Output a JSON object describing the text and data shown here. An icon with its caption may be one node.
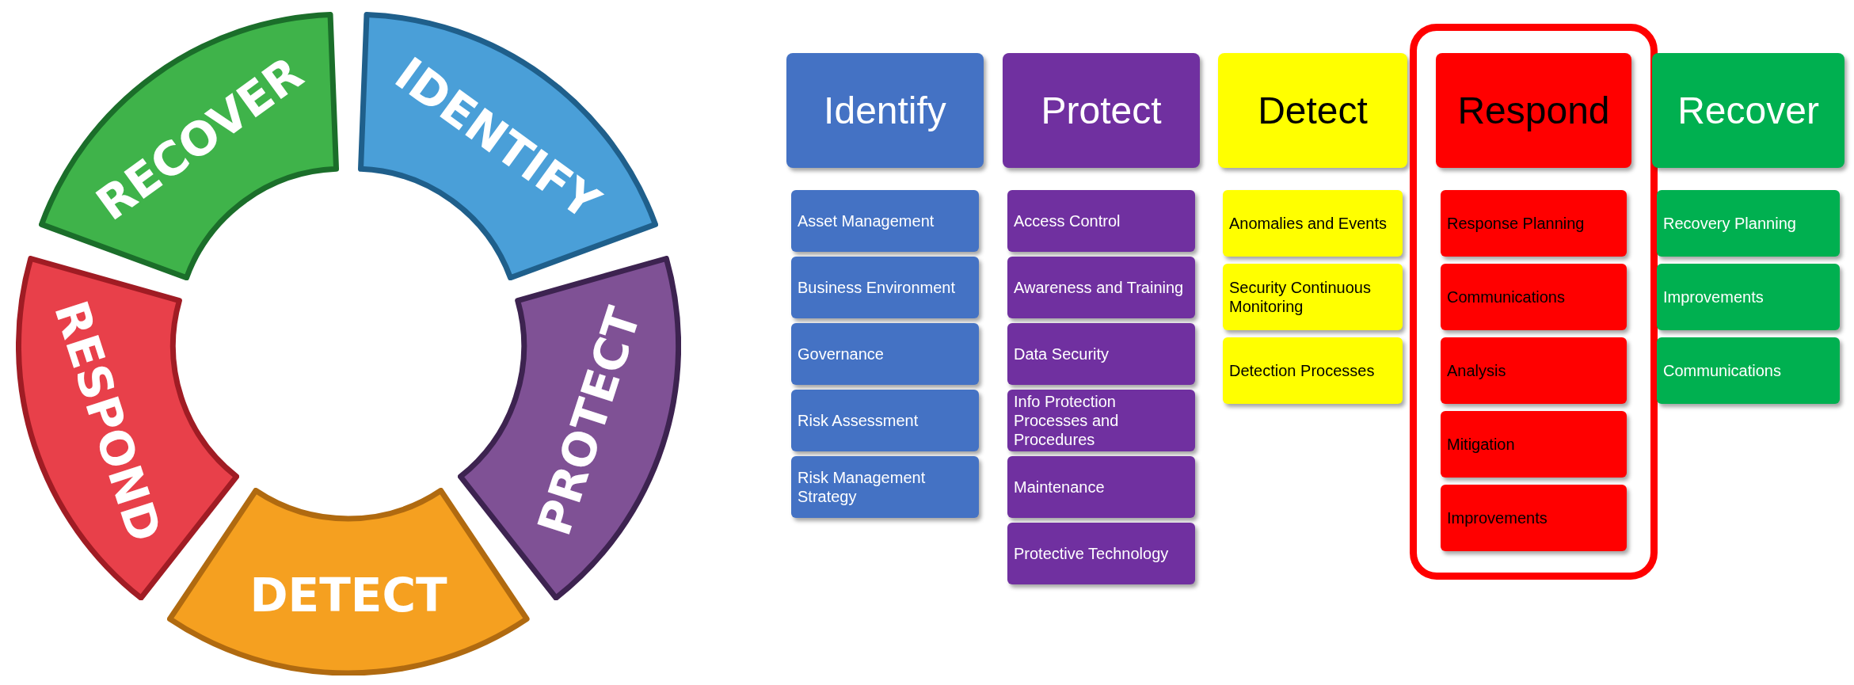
{
  "diagram": {
    "nodes": [
      {
        "text": [
          "IDENTIFY"
        ]
      },
      {
        "text": [
          "PROTECT"
        ]
      },
      {
        "text": [
          "DETECT"
        ]
      },
      {
        "text": [
          "RESPOND"
        ]
      },
      {
        "text": [
          "RECOVER"
        ]
      },
      {
        "text": [
          "Identify"
        ]
      },
      {
        "text": [
          "Asset Management"
        ]
      },
      {
        "text": [
          "Business Environment"
        ]
      },
      {
        "text": [
          "Governance"
        ]
      },
      {
        "text": [
          "Risk Assessment"
        ]
      },
      {
        "text": [
          "Risk Management Strategy"
        ]
      },
      {
        "text": [
          "Protect"
        ]
      },
      {
        "text": [
          "Access Control"
        ]
      },
      {
        "text": [
          "Awareness and Training"
        ]
      },
      {
        "text": [
          "Data Security"
        ]
      },
      {
        "text": [
          "Info Protection Processes and Procedures"
        ]
      },
      {
        "text": [
          "Maintenance"
        ]
      },
      {
        "text": [
          "Protective Technology"
        ]
      },
      {
        "text": [
          "Detect"
        ]
      },
      {
        "text": [
          "Anomalies and Events"
        ]
      },
      {
        "text": [
          "Security Continuous Monitoring"
        ]
      },
      {
        "text": [
          "Detection Processes"
        ]
      },
      {
        "text": [
          "Respond"
        ]
      },
      {
        "text": [
          "Response Planning"
        ]
      },
      {
        "text": [
          "Communications"
        ]
      },
      {
        "text": [
          "Analysis"
        ]
      },
      {
        "text": [
          "Mitigation"
        ]
      },
      {
        "text": [
          "Improvements"
        ]
      },
      {
        "text": [
          "Recover"
        ]
      },
      {
        "text": [
          "Recovery Planning"
        ]
      },
      {
        "text": [
          "Improvements"
        ]
      },
      {
        "text": [
          "Communications"
        ]
      }
    ]
  }
}
